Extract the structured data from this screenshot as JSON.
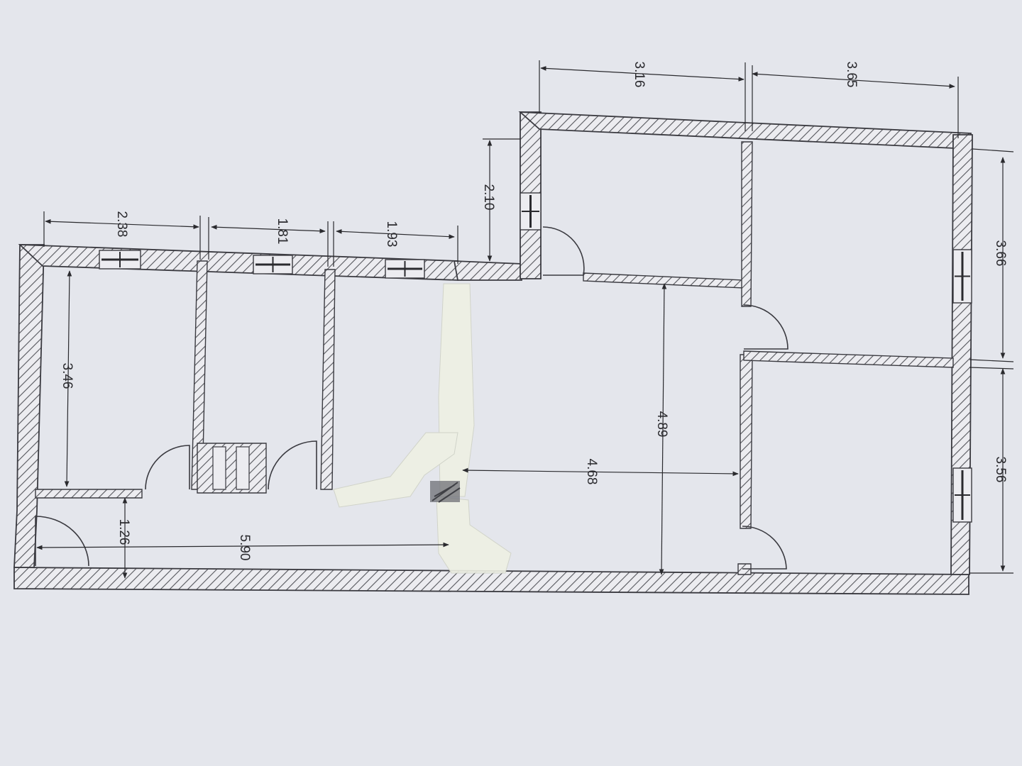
{
  "dimensions": {
    "top_3_16": "3.16",
    "top_3_65": "3.65",
    "left_2_38": "2.38",
    "left_1_81": "1.81",
    "left_1_93": "1.93",
    "left_2_10": "2.10",
    "right_3_66": "3.66",
    "right_3_56": "3.56",
    "mid_3_46": "3.46",
    "mid_4_89": "4.89",
    "mid_4_68": "4.68",
    "bottom_1_26": "1.26",
    "bottom_5_90": "5.90"
  },
  "colors": {
    "paper": "#e4e6ec",
    "wall_outline": "#3a3a40",
    "hatch": "#55565c",
    "tape": "#eef0e4"
  }
}
